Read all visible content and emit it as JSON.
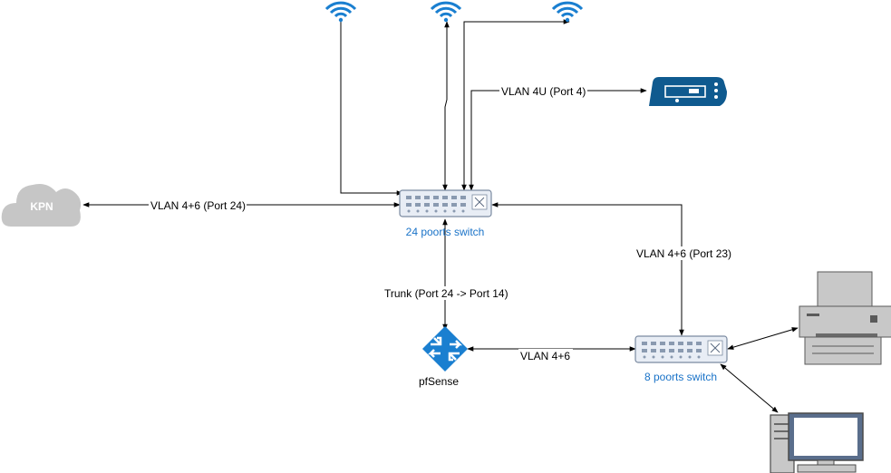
{
  "colors": {
    "accent": "#0078d7",
    "switch_fill": "#e8edf5",
    "switch_stroke": "#7a8aa0",
    "cloud": "#c6c6c6",
    "device_gray": "#c8c8c8",
    "device_dark": "#4a4a4a"
  },
  "nodes": {
    "switch24": {
      "label": "24 poorts switch",
      "icon": "switch-icon"
    },
    "switch8": {
      "label": "8 poorts switch",
      "icon": "switch-icon"
    },
    "pfsense": {
      "label": "pfSense",
      "icon": "router-icon"
    },
    "kpn": {
      "label": "KPN",
      "icon": "cloud-icon"
    },
    "wifi1": {
      "icon": "wifi-icon"
    },
    "wifi2": {
      "icon": "wifi-icon"
    },
    "wifi3": {
      "icon": "wifi-icon"
    },
    "tvbox": {
      "icon": "tv-decoder-icon"
    },
    "printer": {
      "icon": "printer-icon"
    },
    "pc": {
      "icon": "desktop-computer-icon"
    }
  },
  "edges": {
    "kpn_switch24": "VLAN 4+6 (Port 24)",
    "switch24_tvbox": "VLAN 4U (Port 4)",
    "switch24_switch8": "VLAN 4+6 (Port 23)",
    "switch24_pfsense": "Trunk (Port 24 -> Port 14)",
    "pfsense_switch8": "VLAN 4+6"
  }
}
